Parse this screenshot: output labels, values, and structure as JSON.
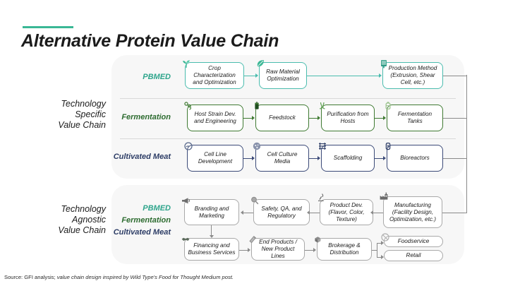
{
  "header": {
    "title": "Alternative Protein Value Chain",
    "accent_color": "#3ab795"
  },
  "sections": {
    "technology_specific": {
      "label_line1": "Technology",
      "label_line2": "Specific",
      "label_line3": "Value Chain"
    },
    "technology_agnostic": {
      "label_line1": "Technology",
      "label_line2": "Agnostic",
      "label_line3": "Value Chain"
    }
  },
  "track_labels": {
    "pbmed": "PBMED",
    "fermentation": "Fermentation",
    "cultivated_meat": "Cultivated Meat"
  },
  "track_colors": {
    "pbmed": "#2fa58c",
    "fermentation": "#2c6b2f",
    "cultivated_meat": "#2d3d66",
    "agnostic": "#8a8a8a"
  },
  "rows": {
    "pbmed": {
      "boxes": [
        {
          "label": "Crop Characterization and Optimization",
          "icon": "seedling-icon"
        },
        {
          "label": "Raw Material Optimization",
          "icon": "leaf-icon"
        },
        {
          "label": "Production Method (Extrusion, Shear Cell, etc.)",
          "icon": "extruder-icon"
        }
      ]
    },
    "fermentation": {
      "boxes": [
        {
          "label": "Host Strain Dev. and Engineering",
          "icon": "microbe-icon"
        },
        {
          "label": "Feedstock",
          "icon": "feedstock-tank-icon"
        },
        {
          "label": "Purification from Hosts",
          "icon": "pipette-icon"
        },
        {
          "label": "Fermentation Tanks",
          "icon": "fermenter-icon"
        }
      ]
    },
    "cultivated_meat": {
      "boxes": [
        {
          "label": "Cell Line Development",
          "icon": "cell-icon"
        },
        {
          "label": "Cell Culture Media",
          "icon": "petri-dish-icon"
        },
        {
          "label": "Scaffolding",
          "icon": "scaffold-icon"
        },
        {
          "label": "Bioreactors",
          "icon": "bioreactor-icon"
        }
      ]
    },
    "agnostic_top": {
      "boxes": [
        {
          "label": "Branding and Marketing",
          "icon": "megaphone-icon"
        },
        {
          "label": "Safety, QA, and Regulatory",
          "icon": "magnifier-icon"
        },
        {
          "label": "Product Dev. (Flavor, Color, Texture)",
          "icon": "microscope-icon"
        },
        {
          "label": "Manufacturing (Facility Design, Optimization, etc.)",
          "icon": "factory-icon"
        }
      ]
    },
    "agnostic_bottom": {
      "boxes": [
        {
          "label": "Financing and Business Services",
          "icon": "handshake-icon"
        },
        {
          "label": "End Products / New Product Lines",
          "icon": "package-slice-icon"
        },
        {
          "label": "Brokerage & Distribution",
          "icon": "boxes-icon"
        }
      ],
      "outlets": [
        {
          "label": "Foodservice",
          "icon": "plate-icon"
        },
        {
          "label": "Retail",
          "icon": ""
        }
      ]
    }
  },
  "footer": {
    "source_prefix": "Source: GFI analysis; ",
    "source_italic": "value chain design inspired by Wild Type's Food for Thought Medium post."
  }
}
